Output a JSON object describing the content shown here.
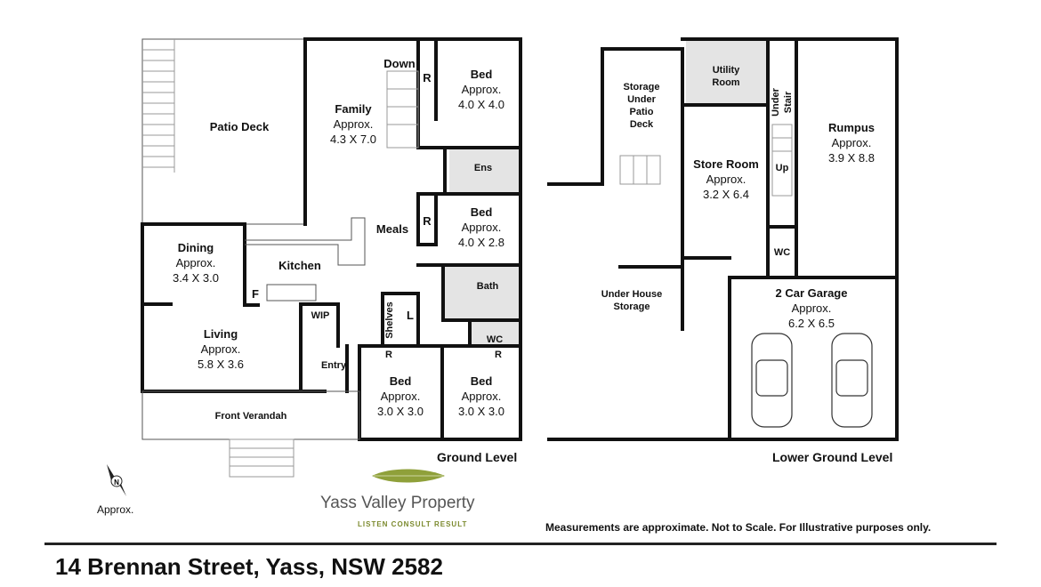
{
  "ground_level": {
    "title": "Ground Level",
    "rooms": {
      "patio": {
        "name": "Patio Deck"
      },
      "family": {
        "name": "Family",
        "size": "Approx.",
        "dims": "4.3 X 7.0"
      },
      "down": {
        "name": "Down"
      },
      "bed1": {
        "name": "Bed",
        "size": "Approx.",
        "dims": "4.0 X 4.0"
      },
      "r1": {
        "name": "R"
      },
      "ens": {
        "name": "Ens"
      },
      "bed2": {
        "name": "Bed",
        "size": "Approx.",
        "dims": "4.0 X 2.8"
      },
      "r2": {
        "name": "R"
      },
      "meals": {
        "name": "Meals"
      },
      "dining": {
        "name": "Dining",
        "size": "Approx.",
        "dims": "3.4 X 3.0"
      },
      "kitchen": {
        "name": "Kitchen"
      },
      "fridge": {
        "name": "F"
      },
      "wip": {
        "name": "WIP"
      },
      "bath": {
        "name": "Bath"
      },
      "shelves": {
        "name": "Shelves"
      },
      "linen": {
        "name": "L"
      },
      "wc": {
        "name": "WC"
      },
      "living": {
        "name": "Living",
        "size": "Approx.",
        "dims": "5.8 X 3.6"
      },
      "entry": {
        "name": "Entry"
      },
      "bed3": {
        "name": "Bed",
        "size": "Approx.",
        "dims": "3.0 X 3.0"
      },
      "r3": {
        "name": "R"
      },
      "bed4": {
        "name": "Bed",
        "size": "Approx.",
        "dims": "3.0 X 3.0"
      },
      "r4": {
        "name": "R"
      },
      "verandah": {
        "name": "Front Verandah"
      }
    }
  },
  "lower_level": {
    "title": "Lower Ground Level",
    "rooms": {
      "storage_patio": {
        "l1": "Storage",
        "l2": "Under",
        "l3": "Patio",
        "l4": "Deck"
      },
      "utility": {
        "l1": "Utility",
        "l2": "Room"
      },
      "under_stair": {
        "l1": "Under",
        "l2": "Stair"
      },
      "up": {
        "name": "Up"
      },
      "rumpus": {
        "name": "Rumpus",
        "size": "Approx.",
        "dims": "3.9 X 8.8"
      },
      "store": {
        "name": "Store Room",
        "size": "Approx.",
        "dims": "3.2 X 6.4"
      },
      "wc": {
        "name": "WC"
      },
      "under_house": {
        "l1": "Under House",
        "l2": "Storage"
      },
      "garage": {
        "name": "2 Car Garage",
        "size": "Approx.",
        "dims": "6.2 X 6.5"
      }
    }
  },
  "compass": {
    "north": "N",
    "label": "Approx."
  },
  "logo": {
    "name": "Yass Valley Property",
    "tagline": "LISTEN CONSULT RESULT"
  },
  "disclaimer": "Measurements are approximate. Not to Scale. For Illustrative purposes only.",
  "address": "14 Brennan Street, Yass, NSW 2582",
  "colors": {
    "leaf": "#8fa03a",
    "wet_area": "#e4e4e4"
  }
}
